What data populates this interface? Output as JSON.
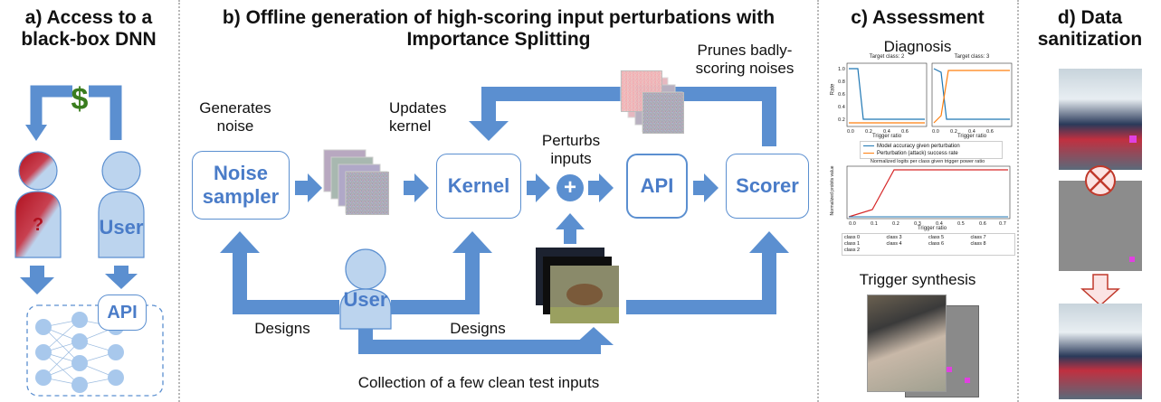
{
  "colors": {
    "arrow": "#5b8fd0",
    "box_text": "#4a7cc8",
    "dollar": "#3a7d1e",
    "question": "#b0101e",
    "divider": "#b8b8b8"
  },
  "panel_a": {
    "title_line1": "a) Access to a",
    "title_line2": "black-box DNN",
    "dollar": "$",
    "unknown_mark": "?",
    "user_label": "User",
    "api_label": "API"
  },
  "panel_b": {
    "title_line1": "b) Offline generation of high-scoring input perturbations with",
    "title_line2": "Importance Splitting",
    "generates_noise": [
      "Generates",
      "noise"
    ],
    "updates_kernel": [
      "Updates",
      "kernel"
    ],
    "perturbs_inputs": [
      "Perturbs",
      "inputs"
    ],
    "prunes": [
      "Prunes badly-",
      "scoring noises"
    ],
    "noise_sampler": [
      "Noise",
      "sampler"
    ],
    "kernel": "Kernel",
    "plus": "+",
    "api": "API",
    "scorer": "Scorer",
    "user": "User",
    "designs_left": "Designs",
    "designs_right": "Designs",
    "collection": "Collection of a few clean test inputs"
  },
  "panel_c": {
    "title": "c) Assessment",
    "diagnosis": "Diagnosis",
    "plot1_title": "Target class: 2",
    "plot2_title": "Target class: 3",
    "y_label": "Rate",
    "x_label": "Trigger ratio",
    "legend1": "Model accuracy given perturbation",
    "legend2": "Perturbation (attack) success rate",
    "logits_title": "Normalized logits per class given trigger power ratio",
    "logits_ylabel": "Normalized probits value",
    "logits_xlabel": "Trigger ratio",
    "classes": [
      "class 0",
      "class 3",
      "class 5",
      "class 7",
      "class 1",
      "class 4",
      "class 6",
      "class 8",
      "class 2"
    ],
    "trigger_synthesis": "Trigger synthesis"
  },
  "panel_d": {
    "title_line1": "d) Data",
    "title_line2": "sanitization"
  }
}
